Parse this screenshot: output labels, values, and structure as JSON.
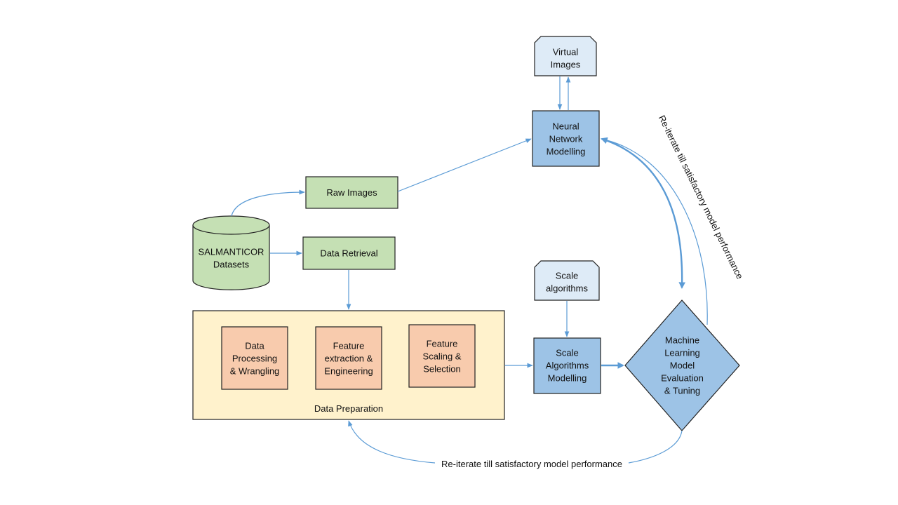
{
  "colors": {
    "green_fill": "#c5e0b4",
    "blue_fill": "#9dc3e6",
    "light_blue_fill": "#deebf7",
    "orange_fill": "#f8cbad",
    "yellow_fill": "#fff2cc",
    "edge": "#5b9bd5"
  },
  "nodes": {
    "salmanticor": [
      "SALMANTICOR",
      "Datasets"
    ],
    "raw_images": [
      "Raw Images"
    ],
    "data_retrieval": [
      "Data Retrieval"
    ],
    "virtual_images": [
      "Virtual",
      "Images"
    ],
    "neural_network": [
      "Neural",
      "Network",
      "Modelling"
    ],
    "scale_algorithms": [
      "Scale",
      "algorithms"
    ],
    "scale_modelling": [
      "Scale",
      "Algorithms",
      "Modelling"
    ],
    "ml_evaluation": [
      "Machine",
      "Learning",
      "Model",
      "Evaluation",
      "& Tuning"
    ],
    "data_processing": [
      "Data",
      "Processing",
      "& Wrangling"
    ],
    "feature_extraction": [
      "Feature",
      "extraction &",
      "Engineering"
    ],
    "feature_scaling": [
      "Feature",
      "Scaling &",
      "Selection"
    ]
  },
  "group_label": "Data Preparation",
  "loop_label_bottom": "Re-iterate till satisfactory model performance",
  "loop_label_right": "Re-iterate till satisfactory model performance"
}
